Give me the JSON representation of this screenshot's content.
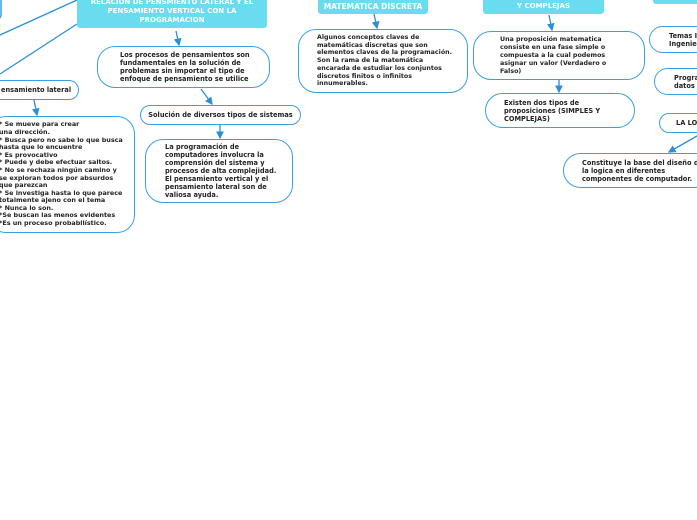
{
  "nodes": {
    "title_relacion": "RELACION DE PENSMIENTO LATERAL Y EL PENSAMIENTO VERTICAL CON LA PROGRAMACION",
    "procesos": "Los procesos de pensamientos son\nfundamentales en la solución de\nproblemas sin importar el tipo de\nenfoque de pensamiento se utilice",
    "pensamiento_lateral": "ensamiento lateral",
    "lista_lateral": "* Se  mueve  para  crear\nuna dirección.\n* Busca pero no sabe lo que busca\nhasta que lo encuentre\n* Es provocativo\n* Puede y  debe efectuar saltos.\n* No se rechaza ningún camino y\nse exploran todos por absurdos\nque parezcan\n* Se investiga hasta lo que parece\ntotalmente ajeno con el tema\n* Nunca lo son.\n*Se buscan las menos evidentes\n*Es un proceso probabilístico.",
    "solucion": "Solución de diversos tipos de sistemas",
    "programacion": "La programación de\ncomputadores involucra la\ncomprensión del sistema y\nprocesos de alta complejidad.\nEl pensamiento vertical y el\npensamiento lateral son de\nvaliosa ayuda.",
    "title_discreta": "MATEMATICA DISCRETA",
    "conceptos": "Algunos conceptos claves de\nmatemáticas discretas que son\nelementos claves de la programación.\nSon la rama de la matemática\nencarada de estudiar los conjuntos\ndiscretos finitos o infinitos\ninnumerables.",
    "title_complejas": "Y COMPLEJAS",
    "proposicion": "Una proposición matematica\nconsiste en una fase simple o\ncompuesta a la cual podemos\nasignar un valor (Verdadero o\nFalso)",
    "existen": "Existen dos tipos de\nproposiciones (SIMPLES Y\nCOMPLEJAS)",
    "temas": "Temas In\nIngenier",
    "progra": "Progra\ndatos y",
    "la_lo": "LA LO",
    "constituye": "Constituye la base del diseño de\nla logica en diferentes\ncomponentes de computador."
  },
  "colors": {
    "accent": "#6adcf0",
    "border": "#3aa0e6"
  }
}
